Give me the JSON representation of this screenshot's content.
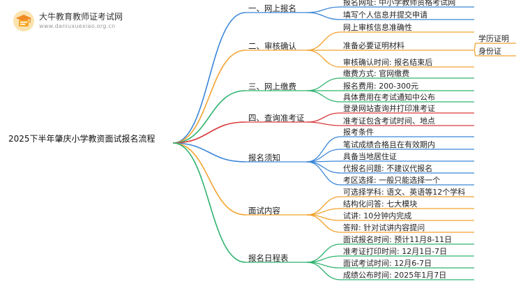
{
  "site": {
    "name": "大牛教育教师证考试网",
    "url": "www.daniuxuexiao.org.cn",
    "logo_icon": "graduation-book-icon"
  },
  "root": "2025下半年肇庆小学教资面试报名流程",
  "branches": [
    {
      "label": "一、网上报名",
      "color": "#3a86d8",
      "children": [
        {
          "label": "报名网址: 中小学教师资格考试网"
        },
        {
          "label": "填写个人信息并提交申请"
        }
      ]
    },
    {
      "label": "二、审核确认",
      "color": "#f2a22e",
      "children": [
        {
          "label": "网上审核信息准确性"
        },
        {
          "label": "准备必要证明材料",
          "children": [
            {
              "label": "学历证明"
            },
            {
              "label": "身份证"
            }
          ]
        },
        {
          "label": "审核确认时间: 报名结束后"
        }
      ]
    },
    {
      "label": "三、网上缴费",
      "color": "#2fb36e",
      "children": [
        {
          "label": "缴费方式: 官网缴费"
        },
        {
          "label": "报名费用: 200-300元"
        },
        {
          "label": "具体费用在考试通知中公布"
        }
      ]
    },
    {
      "label": "四、查询准考证",
      "color": "#d93a3a",
      "children": [
        {
          "label": "登录网站查询并打印准考证"
        },
        {
          "label": "准考证包含考试时间、地点"
        }
      ]
    },
    {
      "label": "报名须知",
      "color": "#3a86d8",
      "children": [
        {
          "label": "报考条件"
        },
        {
          "label": "笔试成绩合格且在有效期内"
        },
        {
          "label": "具备当地居住证"
        },
        {
          "label": "代报名问题: 不建议代报名"
        },
        {
          "label": "考区选择: 一般只能选择一个"
        }
      ]
    },
    {
      "label": "面试内容",
      "color": "#f2a22e",
      "children": [
        {
          "label": "可选择学科: 语文、英语等12个学科"
        },
        {
          "label": "结构化问答: 七大模块"
        },
        {
          "label": "试讲: 10分钟内完成"
        },
        {
          "label": "答辩: 针对试讲内容提问"
        }
      ]
    },
    {
      "label": "报名日程表",
      "color": "#2fb36e",
      "children": [
        {
          "label": "面试报名时间: 预计11月8-11日"
        },
        {
          "label": "准考证打印时间: 12月1日-7日"
        },
        {
          "label": "面试考试时间: 12月6-7日"
        },
        {
          "label": "成绩公布时间: 2025年1月7日"
        }
      ]
    }
  ]
}
